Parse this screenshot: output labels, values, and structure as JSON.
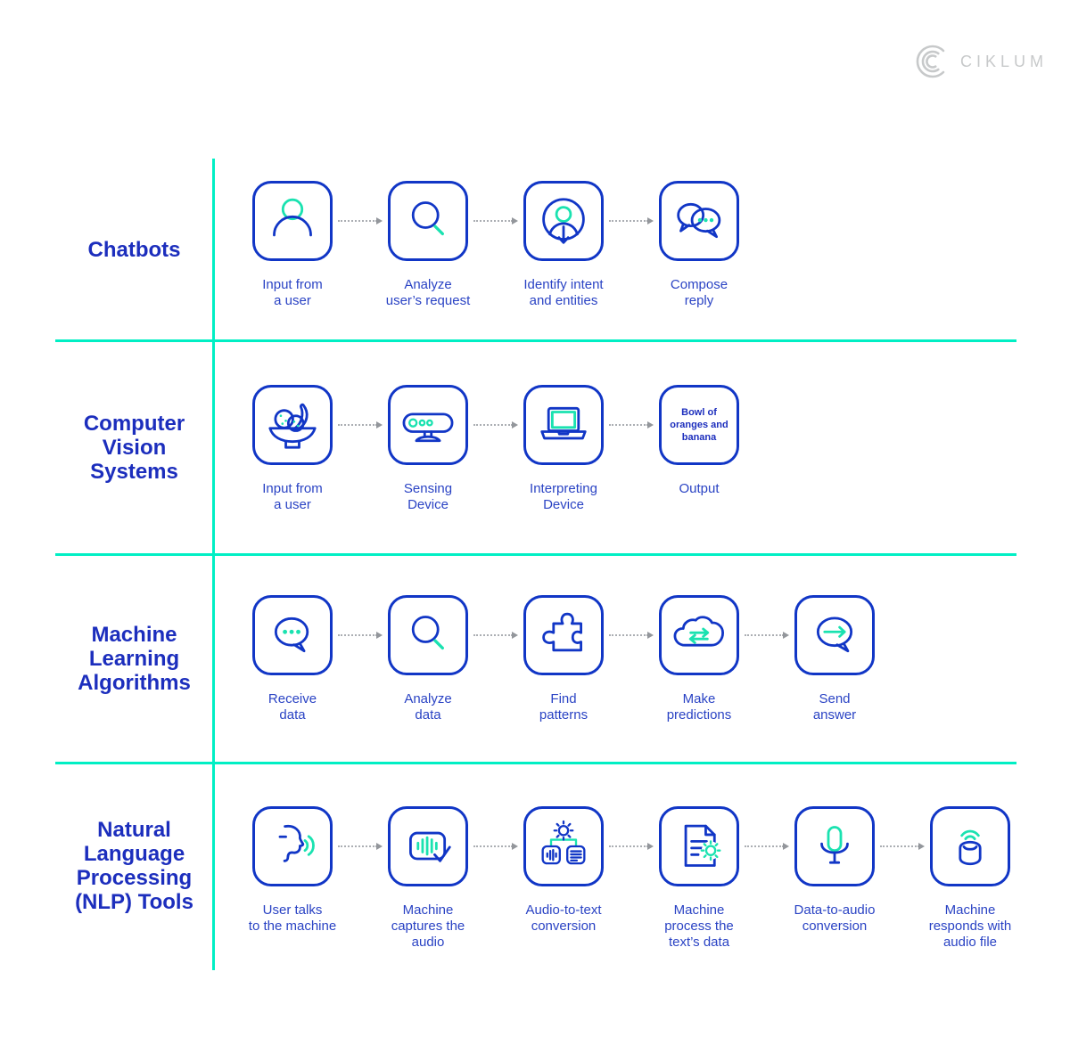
{
  "brand": {
    "name": "CIKLUM"
  },
  "colors": {
    "icon_blue": "#1136c6",
    "title_blue": "#1c2ebd",
    "caption_blue": "#2a43c4",
    "accent_green": "#1ae2b0",
    "divider_teal": "#00efc4",
    "arrow_gray": "#abaeb3",
    "logo_gray": "#c7c9ca"
  },
  "rows": [
    {
      "title": "Chatbots",
      "steps": [
        {
          "label": "Input from\na user",
          "icon": "user-icon"
        },
        {
          "label": "Analyze\nuser’s request",
          "icon": "magnifier-icon"
        },
        {
          "label": "Identify intent\nand entities",
          "icon": "intent-icon"
        },
        {
          "label": "Compose\nreply",
          "icon": "chat-bubbles-icon"
        }
      ]
    },
    {
      "title": "Computer\nVision\nSystems",
      "steps": [
        {
          "label": "Input from\na user",
          "icon": "fruit-bowl-icon"
        },
        {
          "label": "Sensing\nDevice",
          "icon": "sensor-icon"
        },
        {
          "label": "Interpreting\nDevice",
          "icon": "laptop-icon"
        },
        {
          "label": "Output",
          "icon": "text-output",
          "box_text": "Bowl of\noranges and\nbanana"
        }
      ]
    },
    {
      "title": "Machine\nLearning\nAlgorithms",
      "steps": [
        {
          "label": "Receive\ndata",
          "icon": "chat-dots-icon"
        },
        {
          "label": "Analyze\ndata",
          "icon": "magnifier-icon"
        },
        {
          "label": "Find\npatterns",
          "icon": "puzzle-icon"
        },
        {
          "label": "Make\npredictions",
          "icon": "cloud-sync-icon"
        },
        {
          "label": "Send\nanswer",
          "icon": "chat-arrow-icon"
        }
      ]
    },
    {
      "title": "Natural\nLanguage\nProcessing\n(NLP) Tools",
      "steps": [
        {
          "label": "User talks\nto the machine",
          "icon": "talking-face-icon"
        },
        {
          "label": "Machine\ncaptures the\naudio",
          "icon": "audio-captured-icon"
        },
        {
          "label": "Audio-to-text\nconversion",
          "icon": "audio-to-text-icon"
        },
        {
          "label": "Machine\nprocess the\ntext’s data",
          "icon": "document-gear-icon"
        },
        {
          "label": "Data-to-audio\nconversion",
          "icon": "microphone-icon"
        },
        {
          "label": "Machine\nresponds with\naudio file",
          "icon": "smart-speaker-icon"
        }
      ]
    }
  ]
}
